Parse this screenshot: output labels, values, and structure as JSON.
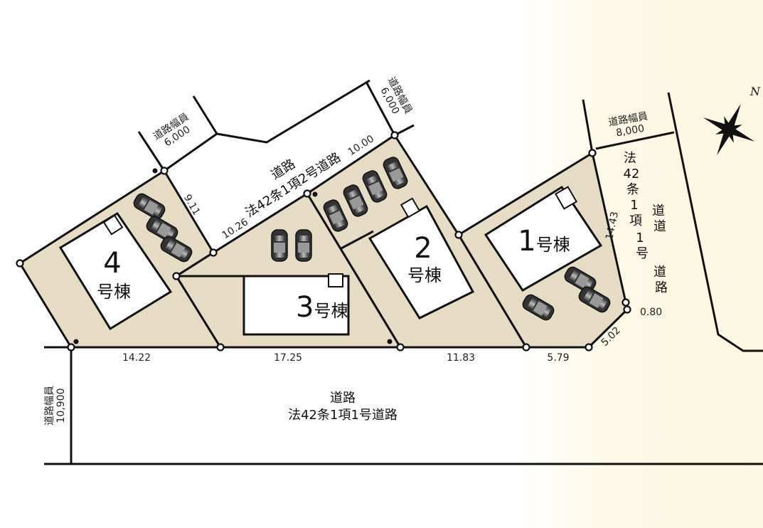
{
  "colors": {
    "lot": "#e6dcc5",
    "background_right": "#fdf9e6",
    "lines": "#111111"
  },
  "houses": [
    {
      "number": "1",
      "suffix": "号棟"
    },
    {
      "number": "2",
      "suffix": "号棟"
    },
    {
      "number": "3",
      "suffix": "号棟"
    },
    {
      "number": "4",
      "suffix": "号棟"
    }
  ],
  "roads": {
    "south": {
      "name": "道路",
      "type": "法42条1項1号道路",
      "width_label": "道路幅員",
      "width": "10,900"
    },
    "north": {
      "name": "道路",
      "type": "法42条1項2号道路",
      "width_label_left": "道路幅員",
      "width_left": "6,000",
      "width_label_right": "道路幅員",
      "width_right": "6,000"
    },
    "east": {
      "name": "道路",
      "type_chars": [
        "法",
        "42",
        "条",
        "1",
        "項",
        "1",
        "号",
        "道",
        "路"
      ],
      "width_label": "道路幅員",
      "width": "8,000"
    }
  },
  "dimensions": {
    "bottom": [
      "14.22",
      "17.25",
      "11.83",
      "5.79"
    ],
    "d_9_11": "9.11",
    "d_10_26": "10.26",
    "d_10_00": "10.00",
    "d_14_43": "14.43",
    "d_0_80": "0.80",
    "d_5_02": "5.02"
  },
  "compass": {
    "label": "N",
    "icon": "compass-rose-icon"
  }
}
